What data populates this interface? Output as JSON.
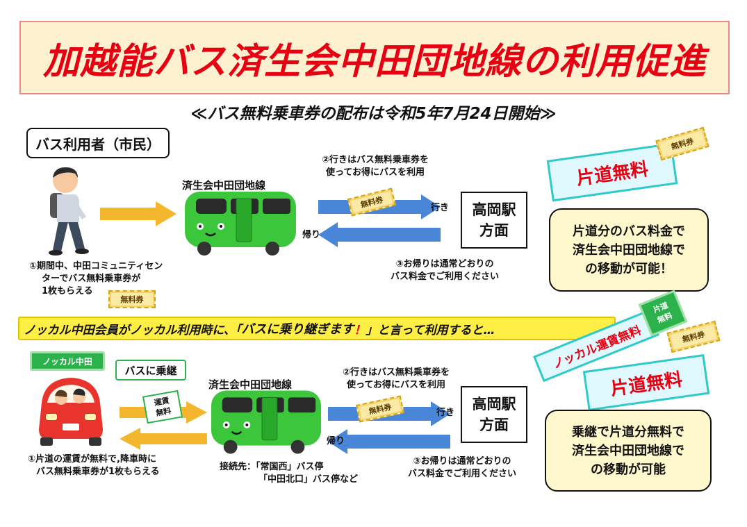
{
  "title": "加越能バス済生会中田団地線の利用促進",
  "subtitle": "≪バス無料乗車券の配布は令和5年7月24日開始≫",
  "section1": {
    "user_label": "バス利用者（市民）",
    "step1_lines": [
      "①期間中、中田コミュニティセン",
      "ターでバス無料乗車券が",
      "1枚もらえる"
    ],
    "route_label": "済生会中田団地線",
    "step2_lines": [
      "②行きはバス無料乗車券を",
      "使ってお得にバスを利用"
    ],
    "outbound": "行き",
    "inbound": "帰り",
    "step3_lines": [
      "③お帰りは通常どおりの",
      "バス料金でご利用ください"
    ],
    "destination": [
      "高岡駅",
      "方面"
    ],
    "free_label": "片道無料",
    "ticket": "無料券",
    "info_lines": [
      "片道分のバス料金で",
      "済生会中田団地線で",
      "の移動が可能！"
    ]
  },
  "banner": {
    "before": "ノッカル中田会員がノッカル利用時に、「",
    "highlight": "バスに乗り継ぎます",
    "mark": "！",
    "after": "」と言って利用すると…"
  },
  "section2": {
    "tag": "ノッカル中田",
    "transfer_label": "バスに乗継",
    "fare_free": [
      "運賃",
      "無料"
    ],
    "step1_lines": [
      "①片道の運賃が無料で,降車時に",
      "バス無料乗車券が1枚もらえる"
    ],
    "route_label": "済生会中田団地線",
    "connection_lines": [
      "接続先：「常国西」バス停",
      "「中田北口」バス停など"
    ],
    "step2_lines": [
      "②行きはバス無料乗車券を",
      "使ってお得にバスを利用"
    ],
    "outbound": "行き",
    "inbound": "帰り",
    "step3_lines": [
      "③お帰りは通常どおりの",
      "バス料金でご利用ください"
    ],
    "destination": [
      "高岡駅",
      "方面"
    ],
    "nokkaru_free": "ノッカル運賃無料",
    "one_way": [
      "片道",
      "無料"
    ],
    "free_label": "片道無料",
    "ticket": "無料券",
    "info_lines": [
      "乗継で片道分無料で",
      "済生会中田団地線で",
      "の移動が可能"
    ]
  },
  "colors": {
    "title_red": "#e60012",
    "bus_green": "#3cc63c",
    "arrow_yellow": "#f4b62c",
    "arrow_blue": "#4a86d8",
    "banner_yellow": "#ffee44",
    "tag_green": "#2bb24c"
  }
}
